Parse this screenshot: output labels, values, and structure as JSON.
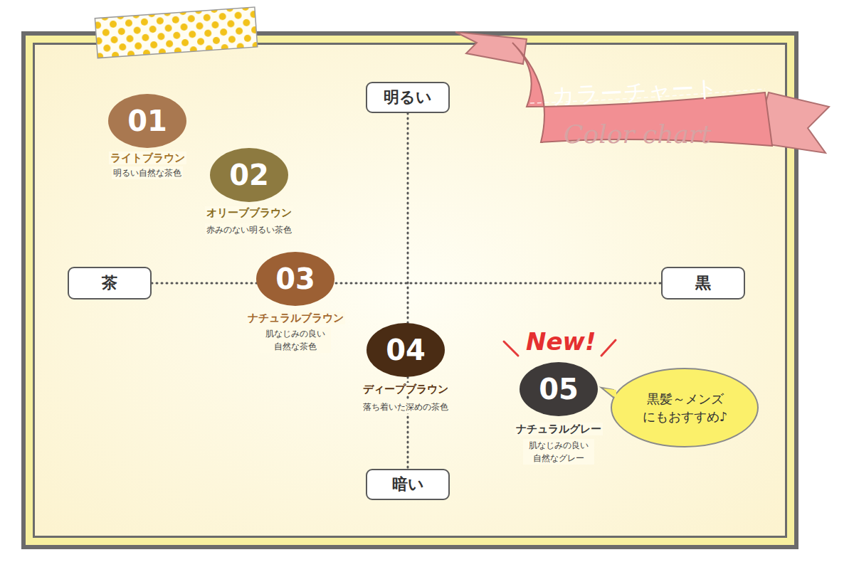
{
  "diagram": {
    "title": "カラーチャート",
    "nodes": [
      {
        "text": [
          "明るい"
        ]
      },
      {
        "text": [
          "01",
          "ライトブラウン",
          "明るい自然な茶色"
        ]
      },
      {
        "text": [
          "02",
          "オリーブブラウン",
          "赤みのない明るい茶色"
        ]
      },
      {
        "text": [
          "茶"
        ]
      },
      {
        "text": [
          "03",
          "ナチュラルブラウン",
          "肌なじみの良い 自然な茶色"
        ]
      },
      {
        "text": [
          "黒"
        ]
      },
      {
        "text": [
          "04",
          "ディープブラウン",
          "落ち着いた深めの茶色"
        ]
      },
      {
        "text": [
          "05",
          "ナチュラルグレー",
          "肌なじみの良い 自然なグレー"
        ]
      },
      {
        "text": [
          "黒髪～メンズ にもおすすめ♪"
        ]
      },
      {
        "text": [
          "暗い"
        ]
      }
    ],
    "edges": [
      {
        "from": 0,
        "to": 9,
        "arrow": "none"
      },
      {
        "from": 3,
        "to": 5,
        "arrow": "none"
      }
    ],
    "labels": [
      "Color chart",
      "New!"
    ]
  }
}
